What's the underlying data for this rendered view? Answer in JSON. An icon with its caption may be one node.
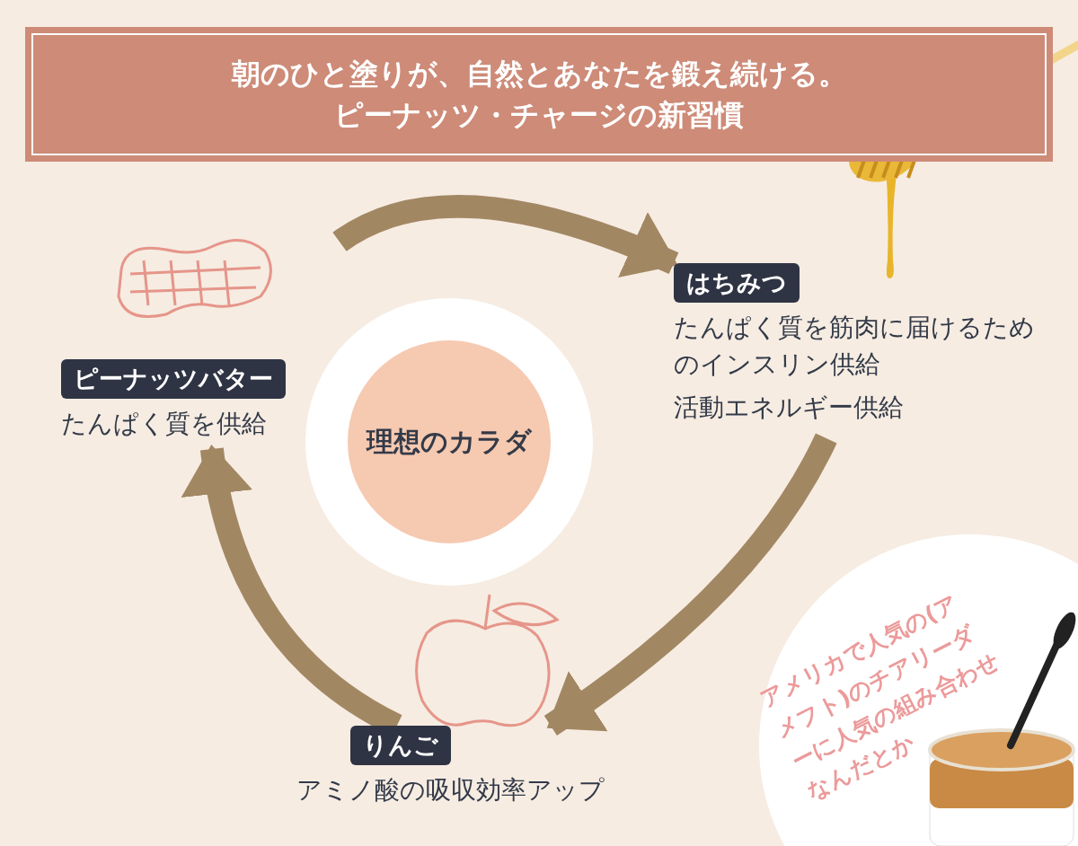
{
  "diagram": {
    "title": "朝のひと塗りが、自然とあなたを鍛え続ける。ピーナッツ・チャージの新習慣",
    "nodes": [
      {
        "text": [
          "はちみつ",
          "たんぱく質を筋肉に届けるためのインスリン供給",
          "活動エネルギー供給"
        ]
      },
      {
        "text": [
          "ピーナッツバター",
          "たんぱく質を供給"
        ]
      },
      {
        "text": [
          "理想のカラダ"
        ]
      },
      {
        "text": [
          "りんご",
          "アミノ酸の吸収効率アップ"
        ]
      },
      {
        "text": [
          "アメリカで人気の(アメフト)のチアリーダーに人気の組み合わせなんだとか"
        ]
      }
    ],
    "edges": [
      {
        "from": 1,
        "to": 0,
        "arrow": "to"
      },
      {
        "from": 0,
        "to": 3,
        "arrow": "to"
      },
      {
        "from": 3,
        "to": 1,
        "arrow": "to"
      }
    ]
  }
}
